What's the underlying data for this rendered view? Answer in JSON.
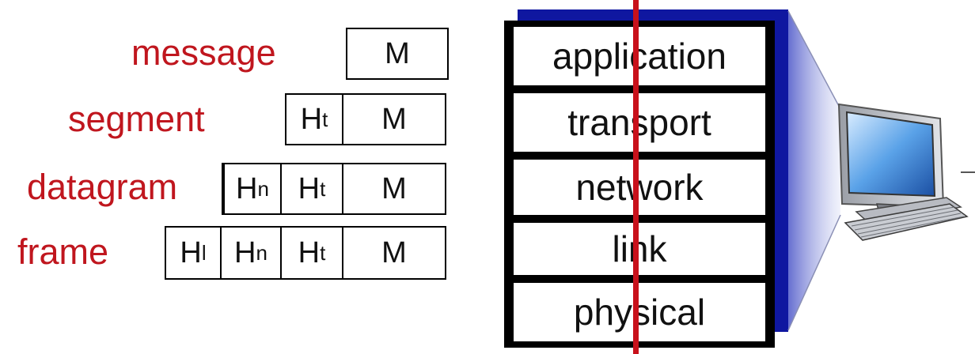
{
  "pdus": {
    "message": {
      "label": "message",
      "cells": [
        "M"
      ]
    },
    "segment": {
      "label": "segment",
      "cells": [
        {
          "base": "H",
          "sub": "t"
        },
        "M"
      ]
    },
    "datagram": {
      "label": "datagram",
      "cells": [
        {
          "base": "H",
          "sub": "n"
        },
        {
          "base": "H",
          "sub": "t"
        },
        "M"
      ]
    },
    "frame": {
      "label": "frame",
      "cells": [
        {
          "base": "H",
          "sub": "l"
        },
        {
          "base": "H",
          "sub": "n"
        },
        {
          "base": "H",
          "sub": "t"
        },
        "M"
      ]
    }
  },
  "stack": {
    "layers": [
      "application",
      "transport",
      "network",
      "link",
      "physical"
    ]
  },
  "colors": {
    "pdu_label": "#c0161e",
    "stack_shadow": "#0f17a0",
    "red_line": "#c8111b"
  },
  "icons": [
    "computer-icon"
  ]
}
